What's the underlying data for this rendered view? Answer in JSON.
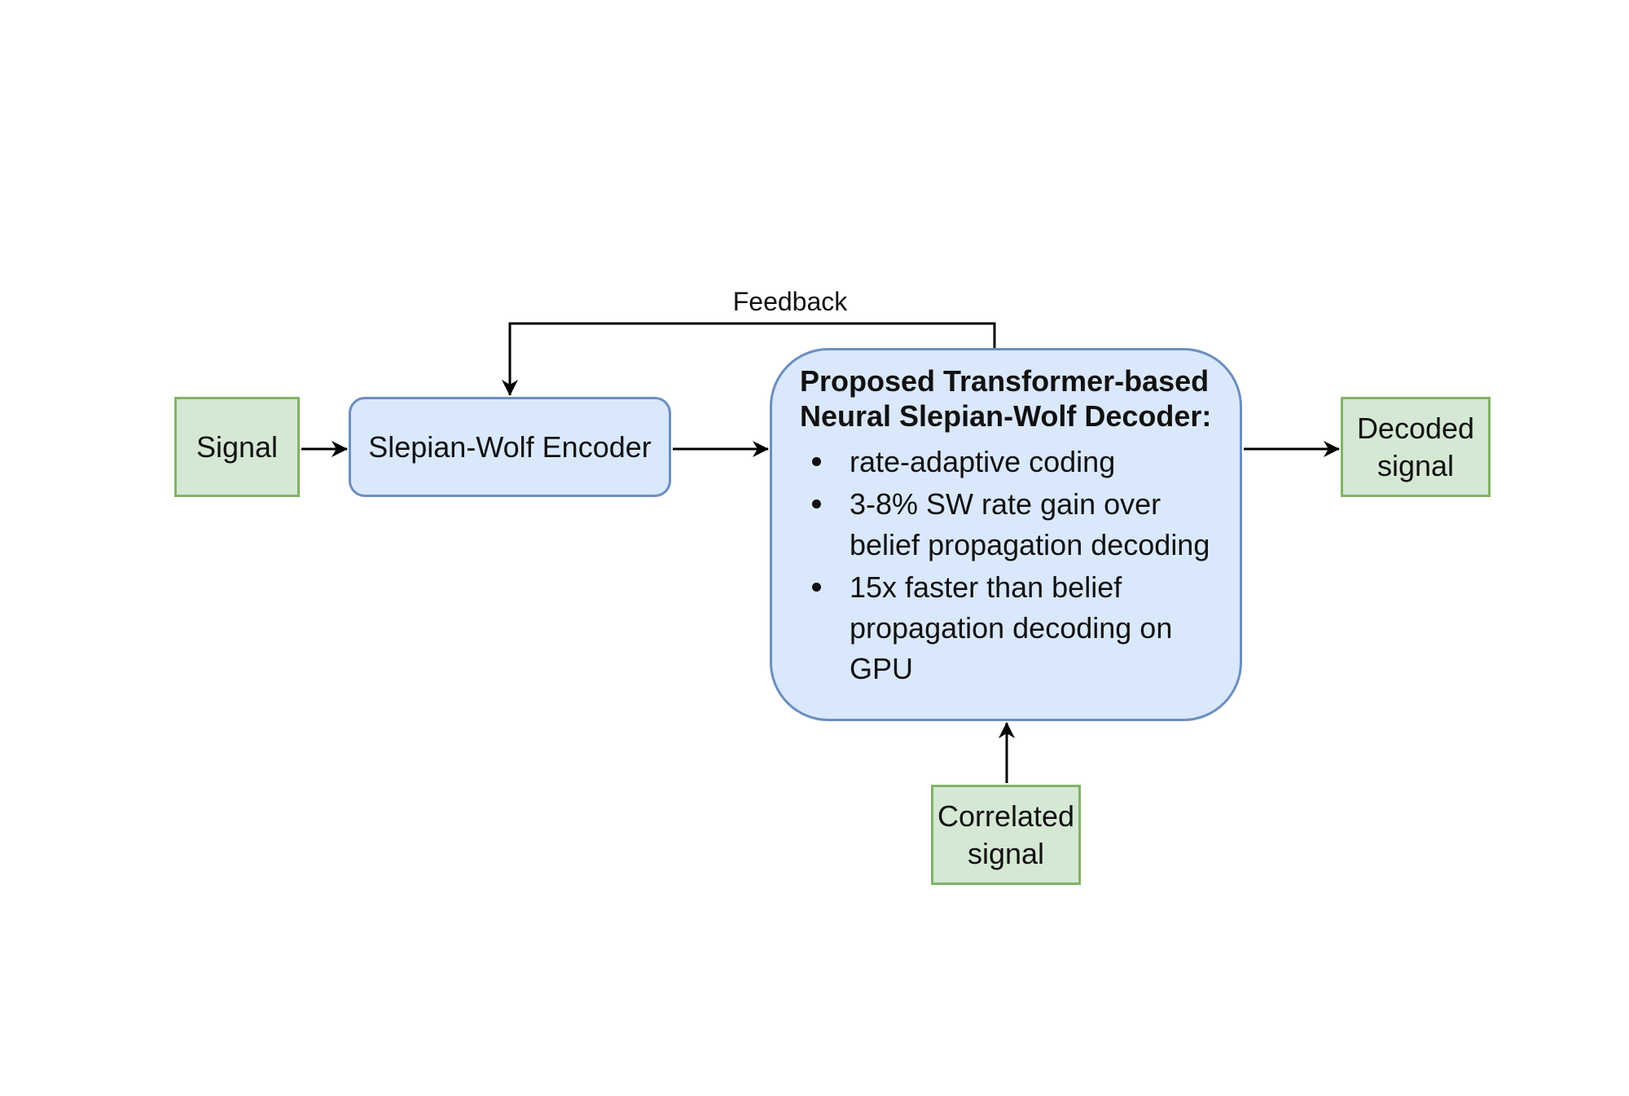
{
  "nodes": {
    "signal": "Signal",
    "encoder": "Slepian-Wolf Encoder",
    "decoder": {
      "title_line1": "Proposed Transformer-based",
      "title_line2": "Neural Slepian-Wolf Decoder:",
      "bullets": [
        "rate-adaptive coding",
        "3-8% SW rate gain over belief propagation decoding",
        "15x faster than belief propagation decoding on GPU"
      ]
    },
    "decoded": {
      "line1": "Decoded",
      "line2": "signal"
    },
    "correlated": {
      "line1": "Correlated",
      "line2": "signal"
    }
  },
  "edges": {
    "feedback_label": "Feedback"
  },
  "colors": {
    "green_fill": "#d5e8d4",
    "green_stroke": "#82b366",
    "blue_fill": "#dae8fc",
    "blue_stroke": "#6c8ebf",
    "edge": "#000000"
  }
}
